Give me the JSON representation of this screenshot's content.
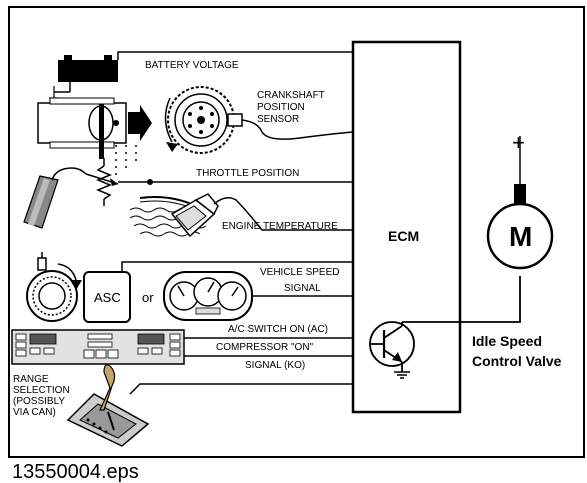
{
  "ecm_label": "ECM",
  "motor_label": "M",
  "plus_label": "+",
  "or_label": "or",
  "asc_label": "ASC",
  "valve_label_line1": "Idle Speed",
  "valve_label_line2": "Control Valve",
  "file_label": "13550004.eps",
  "inputs": {
    "battery": "BATTERY VOLTAGE",
    "crank_1": "CRANKSHAFT",
    "crank_2": "POSITION",
    "crank_3": "SENSOR",
    "throttle": "THROTTLE POSITION",
    "temp": "ENGINE TEMPERATURE",
    "speed_1": "VEHICLE SPEED",
    "speed_2": "SIGNAL",
    "ac": "A/C SWITCH ON (AC)",
    "comp_1": "COMPRESSOR \"ON\"",
    "comp_2": "SIGNAL (KO)",
    "range_1": "RANGE",
    "range_2": "SELECTION",
    "range_3": "(POSSIBLY",
    "range_4": "VIA CAN)"
  },
  "colors": {
    "line": "#000000",
    "gearbox_knob": "#c9a46a",
    "fill_gray": "#d9d9d9"
  }
}
